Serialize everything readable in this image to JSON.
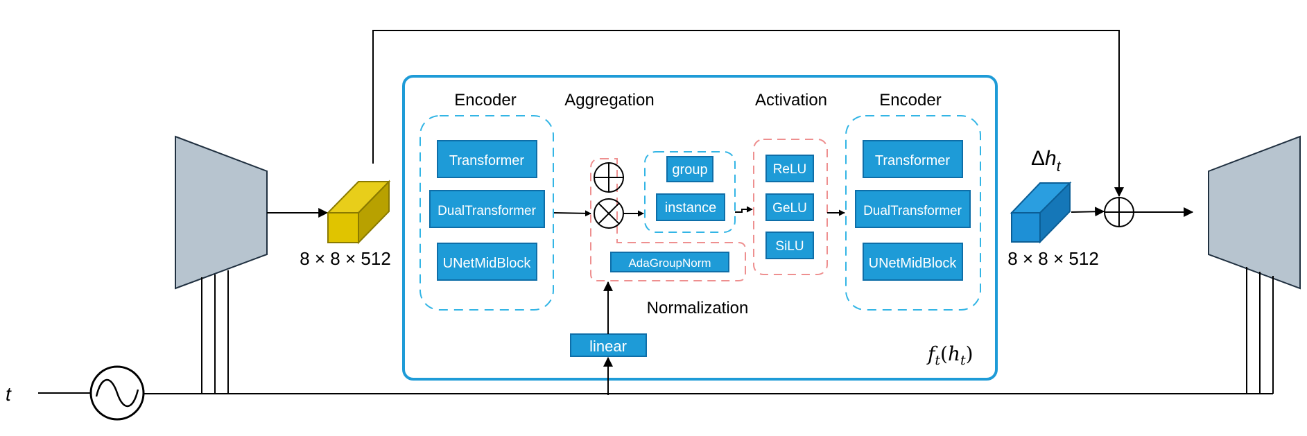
{
  "inputs": {
    "time_symbol": "t"
  },
  "shapes": {
    "left_tensor": "8 × 8 × 512",
    "right_tensor": "8 × 8 × 512"
  },
  "delta": {
    "symbol": "Δ",
    "var": "h",
    "sub": "t"
  },
  "function_label": {
    "f": "f",
    "f_sub": "t",
    "arg": "h",
    "arg_sub": "t"
  },
  "groups": {
    "encoder_left": {
      "title": "Encoder",
      "blocks": [
        "Transformer",
        "DualTransformer",
        "UNetMidBlock"
      ]
    },
    "aggregation": {
      "title": "Aggregation"
    },
    "normalization": {
      "title": "Normalization",
      "types": [
        "group",
        "instance"
      ],
      "ada": "AdaGroupNorm"
    },
    "activation": {
      "title": "Activation",
      "funcs": [
        "ReLU",
        "GeLU",
        "SiLU"
      ]
    },
    "encoder_right": {
      "title": "Encoder",
      "blocks": [
        "Transformer",
        "DualTransformer",
        "UNetMidBlock"
      ]
    }
  },
  "linear_label": "linear",
  "colors": {
    "block_fill": "#1e9bd7",
    "block_stroke": "#0e6ea8",
    "module_border": "#1e9bd7",
    "encoder_dash": "#33b5e5",
    "norm_dash": "#ee8f8f",
    "trapezoid_fill": "#b7c4cf",
    "cube_yellow": "#e0c400",
    "cube_blue": "#1e90d6",
    "line": "#000000"
  }
}
